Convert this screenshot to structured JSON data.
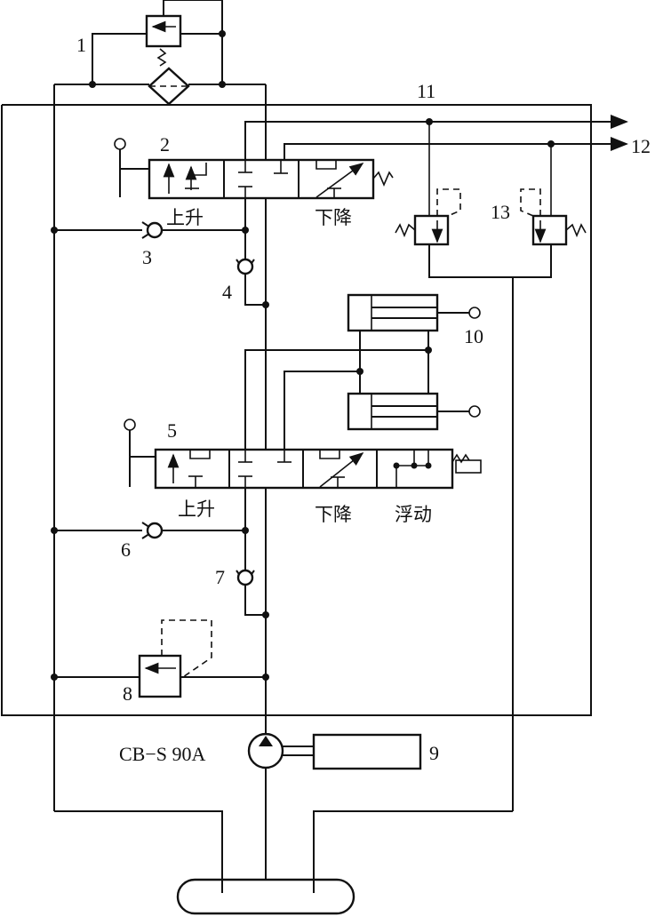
{
  "labels": {
    "n1": "1",
    "n2": "2",
    "n3": "3",
    "n4": "4",
    "n5": "5",
    "n6": "6",
    "n7": "7",
    "n8": "8",
    "n9": "9",
    "n10": "10",
    "n11": "11",
    "n12": "12",
    "n13": "13",
    "rise_top": "上升",
    "lower_top": "下降",
    "rise_bottom": "上升",
    "lower_bottom": "下降",
    "float": "浮动",
    "pump_model": "CB−S  90A"
  }
}
